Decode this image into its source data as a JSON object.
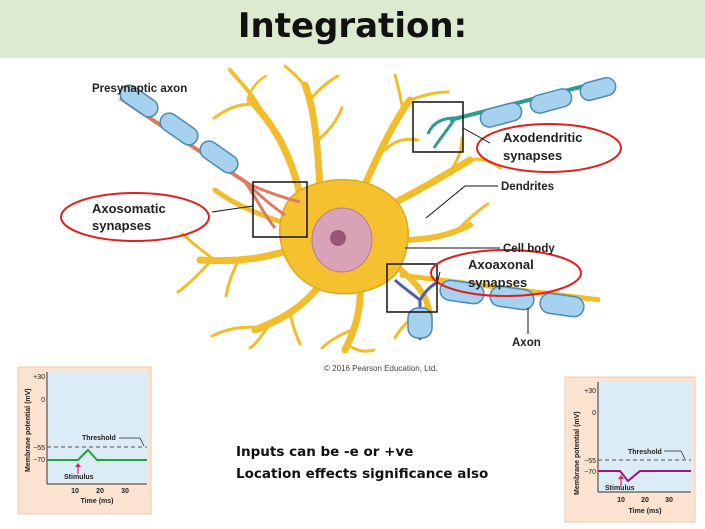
{
  "title": "Integration:",
  "diagram": {
    "labels": {
      "presynaptic_axon": "Presynaptic axon",
      "axodendritic": [
        "Axodendritic",
        "synapses"
      ],
      "dendrites": "Dendrites",
      "axosomatic": [
        "Axosomatic",
        "synapses"
      ],
      "cell_body": "Cell body",
      "axoaxonal": [
        "Axoaxonal",
        "synapses"
      ],
      "axon": "Axon"
    },
    "copyright": "© 2016 Pearson Education, Ltd."
  },
  "graphs": [
    {
      "ylabel": "Membrane potential (mV)",
      "xlabel": "Time (ms)",
      "yticks": [
        "+30",
        "0",
        "−55",
        "−70"
      ],
      "xticks": [
        "10",
        "20",
        "30"
      ],
      "threshold_label": "Threshold",
      "stimulus_label": "Stimulus",
      "trace_color": "#22a33a",
      "trace_type": "EPSP"
    },
    {
      "ylabel": "Membrane potential (mV)",
      "xlabel": "Time (ms)",
      "yticks": [
        "+30",
        "0",
        "−55",
        "−70"
      ],
      "xticks": [
        "10",
        "20",
        "30"
      ],
      "threshold_label": "Threshold",
      "stimulus_label": "Stimulus",
      "trace_color": "#a0127a",
      "trace_type": "IPSP"
    }
  ],
  "notes": [
    "Inputs can be -e or +ve",
    "Location effects significance also"
  ]
}
